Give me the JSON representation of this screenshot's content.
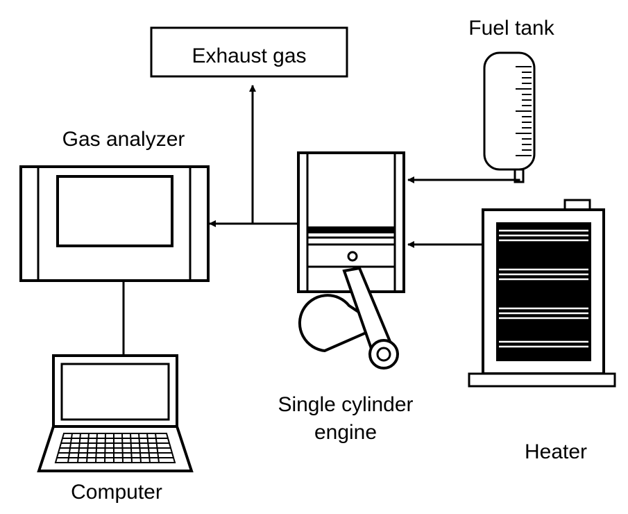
{
  "labels": {
    "exhaust_gas": "Exhaust gas",
    "fuel_tank": "Fuel tank",
    "gas_analyzer": "Gas analyzer",
    "engine_line1": "Single cylinder",
    "engine_line2": "engine",
    "heater": "Heater",
    "computer": "Computer"
  },
  "colors": {
    "stroke": "#000000",
    "background": "#ffffff"
  }
}
